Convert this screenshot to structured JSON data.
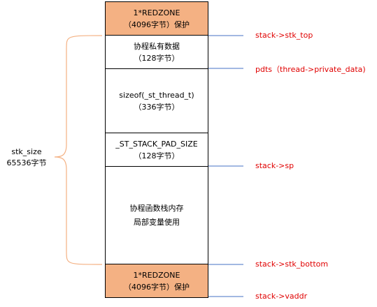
{
  "blocks": [
    {
      "lines": [
        "1*REDZONE",
        "（4096字节）保护"
      ],
      "color": "#f4b183"
    },
    {
      "lines": [
        "协程私有数据",
        "（128字节）"
      ],
      "color": "#ffffff"
    },
    {
      "lines": [
        "sizeof(_st_thread_t)",
        "（336字节）"
      ],
      "color": "#ffffff"
    },
    {
      "lines": [
        "_ST_STACK_PAD_SIZE",
        "（128字节）"
      ],
      "color": "#ffffff"
    },
    {
      "lines": [
        "协程函数栈内存",
        "局部变量使用"
      ],
      "color": "#ffffff"
    },
    {
      "lines": [
        "1*REDZONE",
        "（4096字节）保护"
      ],
      "color": "#f4b183"
    }
  ],
  "pointers": [
    {
      "label": "stack->stk_top"
    },
    {
      "label": "pdts（thread->private_data)"
    },
    {
      "label": "stack->sp"
    },
    {
      "label": "stack->stk_bottom"
    },
    {
      "label": "stack->vaddr"
    }
  ],
  "stk_size": {
    "name": "stk_size",
    "value": "65536字节"
  },
  "colors": {
    "redzone": "#f4b183",
    "pointer_line": "#4472c4",
    "pointer_text": "#e00000",
    "brace": "#f4b183"
  }
}
